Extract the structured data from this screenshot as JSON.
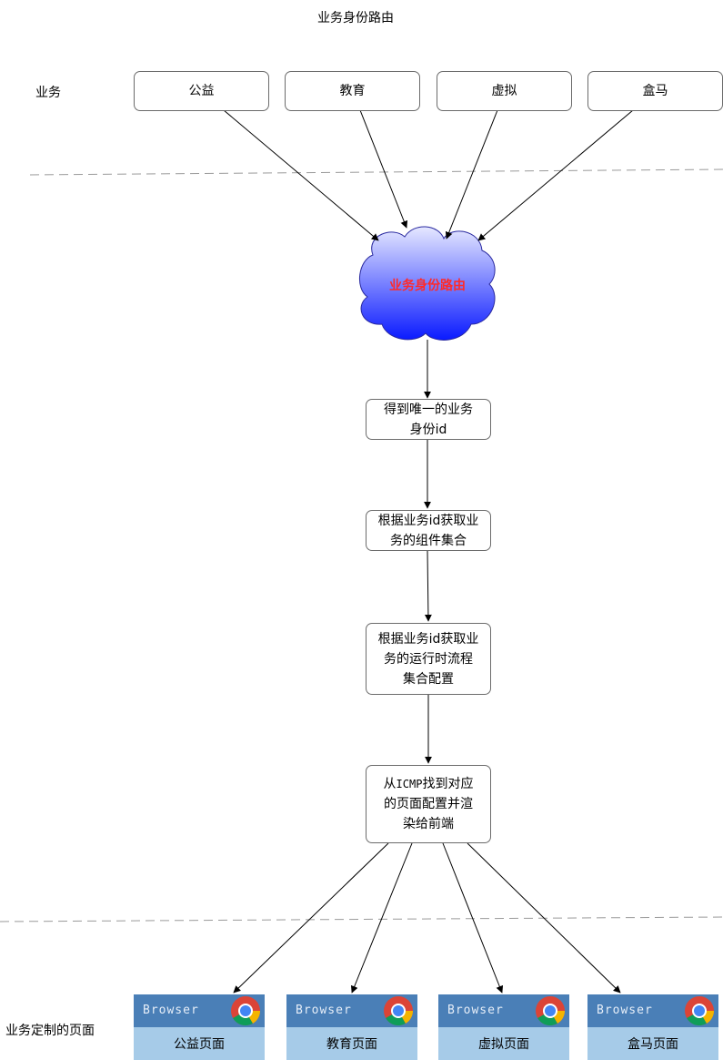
{
  "title": "业务身份路由",
  "left_labels": {
    "business": "业务",
    "pages": "业务定制的页面"
  },
  "businesses": [
    "公益",
    "教育",
    "虚拟",
    "盒马"
  ],
  "cloud": {
    "label": "业务身份路由"
  },
  "steps": [
    "得到唯一的业务\n身份id",
    "根据业务id获取业\n务的组件集合",
    "根据业务id获取业\n务的运行时流程\n集合配置"
  ],
  "final_step": {
    "prefix": "从",
    "mono": "ICMP",
    "suffix": "找到对应\n的页面配置并渲\n染给前端"
  },
  "browsers": [
    {
      "bar": "Browser",
      "page": "公益页面"
    },
    {
      "bar": "Browser",
      "page": "教育页面"
    },
    {
      "bar": "Browser",
      "page": "虚拟页面"
    },
    {
      "bar": "Browser",
      "page": "盒马页面"
    }
  ],
  "colors": {
    "cloud_top": "#e6e8ff",
    "cloud_bottom": "#0a1aff",
    "cloud_text": "#ff2a2a",
    "browser_bar": "#4a7fb7",
    "browser_body": "#a6cbe8"
  },
  "icons": {
    "browser": "chrome-icon"
  }
}
